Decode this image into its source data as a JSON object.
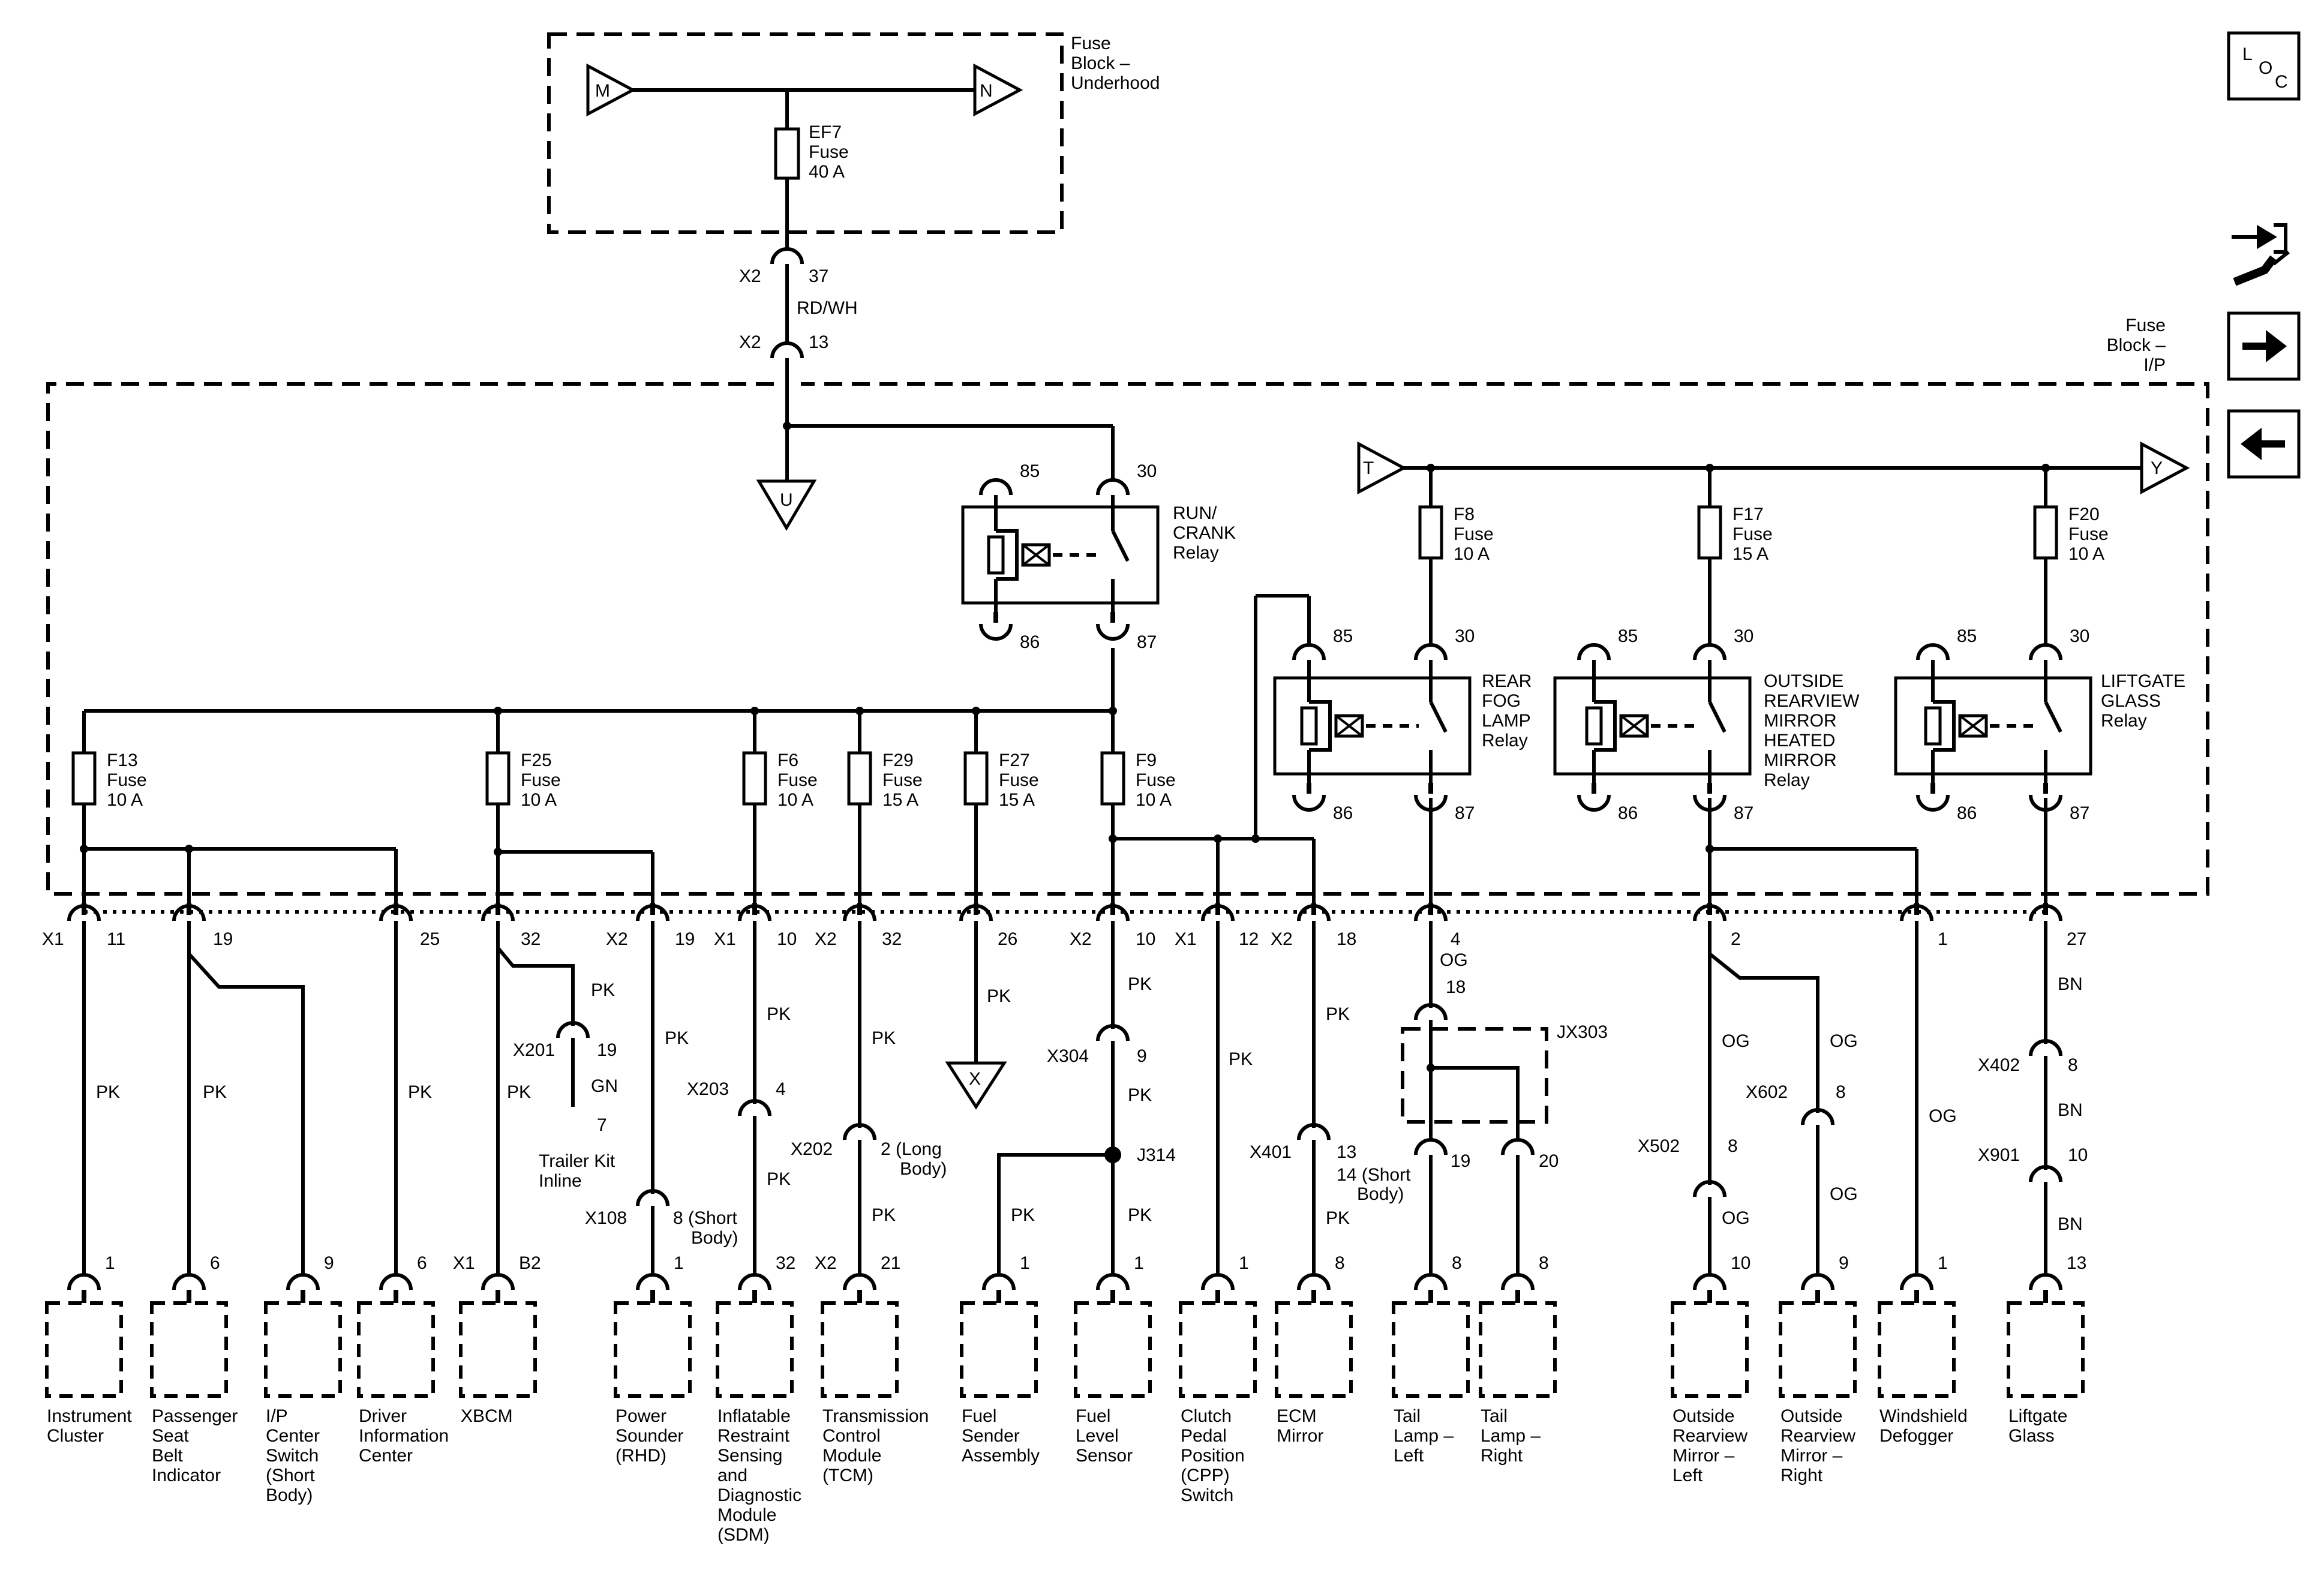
{
  "fuse_block_underhood": {
    "label": [
      "Fuse",
      "Block –",
      "Underhood"
    ],
    "fuse": [
      "EF7",
      "Fuse",
      "40 A"
    ],
    "conn_in": "M",
    "conn_out": "N"
  },
  "feed_connectors": [
    {
      "conn": "X2",
      "pin": "37"
    },
    {
      "conn": "X2",
      "pin": "13"
    }
  ],
  "feed_wire_color": "RD/WH",
  "fuse_block_ip": {
    "label": [
      "Fuse",
      "Block –",
      "I/P"
    ]
  },
  "symbols": {
    "loc": [
      "L",
      "O",
      "C"
    ],
    "nav_icons": [
      "connector-tools-icon",
      "arrow-right-icon",
      "arrow-left-icon"
    ]
  },
  "offpage_connectors": [
    "U",
    "T",
    "Y",
    "X"
  ],
  "relays": [
    {
      "name": [
        "RUN/",
        "CRANK",
        "Relay"
      ],
      "pins": [
        "85",
        "30",
        "86",
        "87"
      ]
    },
    {
      "name": [
        "REAR",
        "FOG",
        "LAMP",
        "Relay"
      ],
      "pins": [
        "85",
        "30",
        "86",
        "87"
      ]
    },
    {
      "name": [
        "OUTSIDE",
        "REARVIEW",
        "MIRROR",
        "HEATED",
        "MIRROR",
        "Relay"
      ],
      "pins": [
        "85",
        "30",
        "86",
        "87"
      ]
    },
    {
      "name": [
        "LIFTGATE",
        "GLASS",
        "Relay"
      ],
      "pins": [
        "85",
        "30",
        "86",
        "87"
      ]
    }
  ],
  "fuses": [
    {
      "id": "F13",
      "word": "Fuse",
      "rating": "10 A"
    },
    {
      "id": "F25",
      "word": "Fuse",
      "rating": "10 A"
    },
    {
      "id": "F6",
      "word": "Fuse",
      "rating": "10 A"
    },
    {
      "id": "F29",
      "word": "Fuse",
      "rating": "15 A"
    },
    {
      "id": "F27",
      "word": "Fuse",
      "rating": "15 A"
    },
    {
      "id": "F9",
      "word": "Fuse",
      "rating": "10 A"
    },
    {
      "id": "F8",
      "word": "Fuse",
      "rating": "10 A"
    },
    {
      "id": "F17",
      "word": "Fuse",
      "rating": "15 A"
    },
    {
      "id": "F20",
      "word": "Fuse",
      "rating": "10 A"
    }
  ],
  "ip_connector_labels": {
    "x1_a": "X1",
    "p11": "11",
    "p19a": "19",
    "p25": "25",
    "p32a": "32",
    "x2_a": "X2",
    "p19b": "19",
    "x1_b": "X1",
    "p10a": "10",
    "x2_b": "X2",
    "p32b": "32",
    "p26": "26",
    "x2_c": "X2",
    "p10b": "10",
    "x1_c": "X1",
    "p12": "12",
    "x2_d": "X2",
    "p18a": "18",
    "p4": "4",
    "p2": "2",
    "p1": "1",
    "p27": "27"
  },
  "wire_colors": {
    "pk": "PK",
    "gn": "GN",
    "og": "OG",
    "bn": "BN"
  },
  "inline_connectors": {
    "x201": "X201",
    "x201_pin_top": "19",
    "x201_pin_bot": "7",
    "x201_dest": [
      "Trailer Kit",
      "Inline"
    ],
    "x203": "X203",
    "x203_pin": "4",
    "x202": "X202",
    "x202_pin": [
      "2 (Long",
      "Body)"
    ],
    "x108": "X108",
    "x108_pin": [
      "8 (Short",
      "Body)"
    ],
    "x304": "X304",
    "x304_pin": "9",
    "splice": "J314",
    "x401": "X401",
    "x401_pin": "13",
    "x401_pin2": [
      "14 (Short",
      "Body)"
    ],
    "og_18": "18",
    "jx303": "JX303",
    "jx303_pin_a": "19",
    "jx303_pin_b": "20",
    "x502": "X502",
    "x502_pin": "8",
    "x602": "X602",
    "x602_pin": "8",
    "x402": "X402",
    "x402_pin": "8",
    "x901": "X901",
    "x901_pin": "10"
  },
  "components": [
    {
      "pin": "1",
      "name": [
        "Instrument",
        "Cluster"
      ]
    },
    {
      "pin": "6",
      "name": [
        "Passenger",
        "Seat",
        "Belt",
        "Indicator"
      ]
    },
    {
      "pin": "9",
      "name": [
        "I/P",
        "Center",
        "Switch",
        "(Short",
        "Body)"
      ]
    },
    {
      "pin": "6",
      "name": [
        "Driver",
        "Information",
        "Center"
      ]
    },
    {
      "pin": "B2",
      "conn": "X1",
      "name": [
        "XBCM"
      ]
    },
    {
      "pin": "1",
      "name": [
        "Power",
        "Sounder",
        "(RHD)"
      ]
    },
    {
      "pin": "32",
      "name": [
        "Inflatable",
        "Restraint",
        "Sensing",
        "and",
        "Diagnostic",
        "Module",
        "(SDM)"
      ]
    },
    {
      "pin": "21",
      "conn": "X2",
      "name": [
        "Transmission",
        "Control",
        "Module",
        "(TCM)"
      ]
    },
    {
      "pin": "1",
      "name": [
        "Fuel",
        "Sender",
        "Assembly"
      ]
    },
    {
      "pin": "1",
      "name": [
        "Fuel",
        "Level",
        "Sensor"
      ]
    },
    {
      "pin": "1",
      "name": [
        "Clutch",
        "Pedal",
        "Position",
        "(CPP)",
        "Switch"
      ]
    },
    {
      "pin": "8",
      "name": [
        "ECM",
        "Mirror"
      ]
    },
    {
      "pin": "8",
      "name": [
        "Tail",
        "Lamp –",
        "Left"
      ]
    },
    {
      "pin": "8",
      "name": [
        "Tail",
        "Lamp –",
        "Right"
      ]
    },
    {
      "pin": "10",
      "name": [
        "Outside",
        "Rearview",
        "Mirror –",
        "Left"
      ]
    },
    {
      "pin": "9",
      "name": [
        "Outside",
        "Rearview",
        "Mirror –",
        "Right"
      ]
    },
    {
      "pin": "1",
      "name": [
        "Windshield",
        "Defogger"
      ]
    },
    {
      "pin": "13",
      "name": [
        "Liftgate",
        "Glass"
      ]
    }
  ]
}
